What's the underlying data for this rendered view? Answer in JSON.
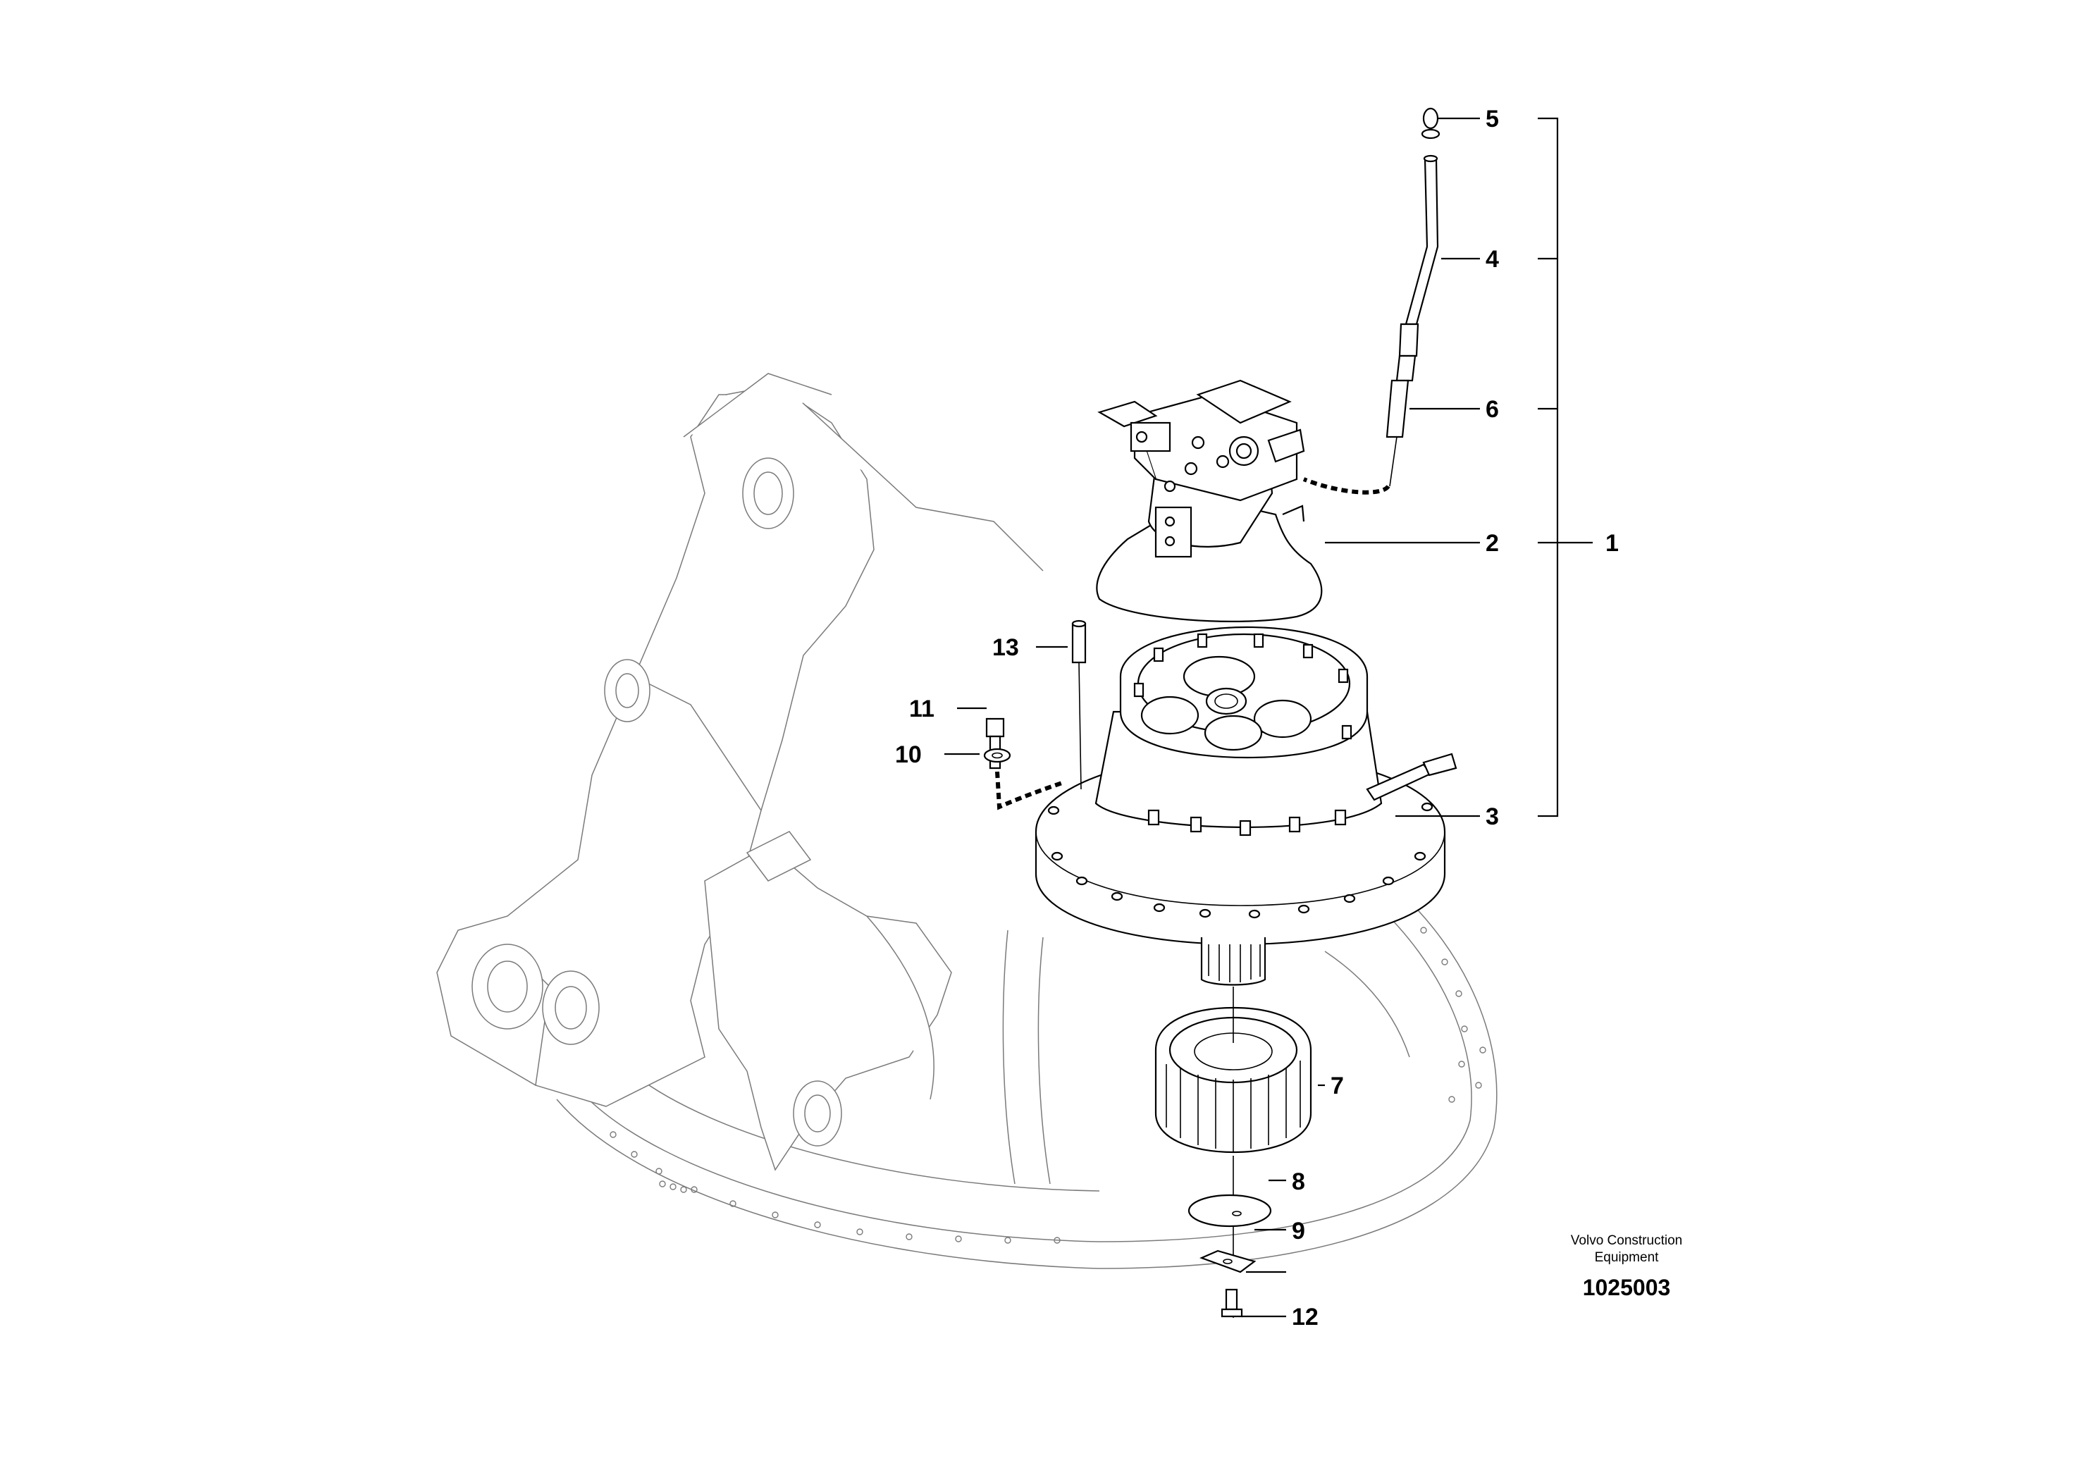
{
  "diagram": {
    "callouts": [
      {
        "id": "c1",
        "label": "1"
      },
      {
        "id": "c2",
        "label": "2"
      },
      {
        "id": "c3",
        "label": "3"
      },
      {
        "id": "c4",
        "label": "4"
      },
      {
        "id": "c5",
        "label": "5"
      },
      {
        "id": "c6",
        "label": "6"
      },
      {
        "id": "c7",
        "label": "7"
      },
      {
        "id": "c8",
        "label": "8"
      },
      {
        "id": "c9",
        "label": "9"
      },
      {
        "id": "c10",
        "label": "10"
      },
      {
        "id": "c11",
        "label": "11"
      },
      {
        "id": "c12",
        "label": "12"
      },
      {
        "id": "c13",
        "label": "13"
      }
    ],
    "credit_line1": "Volvo Construction",
    "credit_line2": "Equipment",
    "document_number": "1025003"
  },
  "colors": {
    "ink": "#000000",
    "ghost_ink": "#7a7a7a",
    "paper": "#ffffff"
  }
}
